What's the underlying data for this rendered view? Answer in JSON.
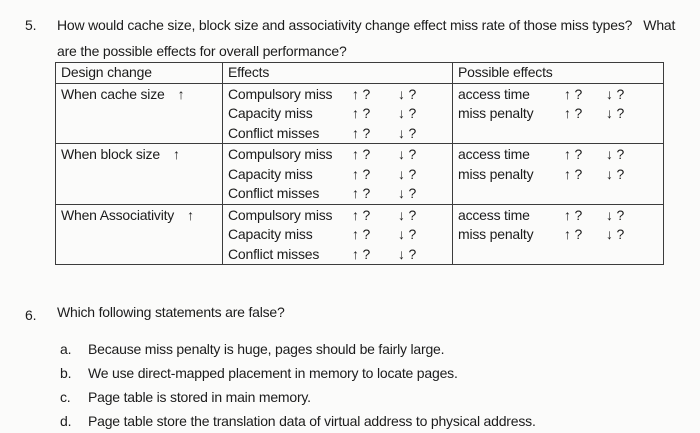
{
  "question5": {
    "number": "5.",
    "line1": "How would cache size, block size and associativity change effect miss rate of those miss types?   What",
    "line2": "are the possible effects for overall performance?"
  },
  "table": {
    "headers": [
      "Design change",
      "Effects",
      "Possible effects"
    ],
    "up_option": "↑ ?",
    "down_option": "↓ ?",
    "rows": [
      {
        "design_change": "When cache size",
        "design_arrow": "↑",
        "effects": [
          "Compulsory miss",
          "Capacity miss",
          "Conflict misses"
        ],
        "possible_effects": [
          "access time",
          "miss penalty"
        ]
      },
      {
        "design_change": "When block size",
        "design_arrow": "↑",
        "effects": [
          "Compulsory miss",
          "Capacity miss",
          "Conflict misses"
        ],
        "possible_effects": [
          "access time",
          "miss penalty"
        ]
      },
      {
        "design_change": "When Associativity",
        "design_arrow": "↑",
        "effects": [
          "Compulsory miss",
          "Capacity miss",
          "Conflict misses"
        ],
        "possible_effects": [
          "access time",
          "miss penalty"
        ]
      }
    ]
  },
  "question6": {
    "number": "6.",
    "title": "Which following statements are false?",
    "options": [
      {
        "label": "a.",
        "text": "Because miss penalty is huge, pages should be fairly large."
      },
      {
        "label": "b.",
        "text": "We use direct-mapped placement in memory to locate pages."
      },
      {
        "label": "c.",
        "text": "Page table is stored in main memory."
      },
      {
        "label": "d.",
        "text": "Page table store the translation data of virtual address to physical address."
      }
    ]
  }
}
